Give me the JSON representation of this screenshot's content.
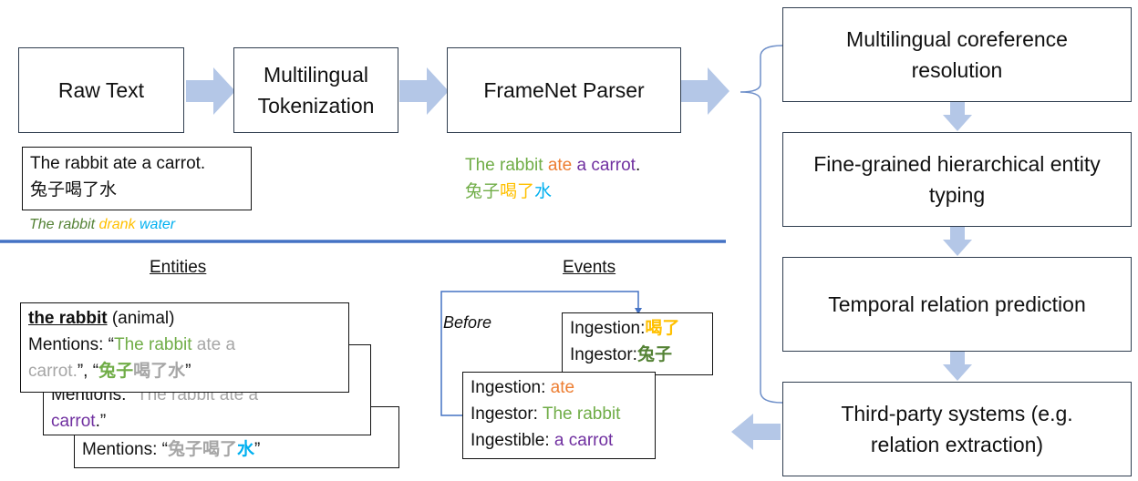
{
  "pipeline": {
    "raw_text": "Raw Text",
    "tokenization_line1": "Multilingual",
    "tokenization_line2": "Tokenization",
    "framenet_parser": "FrameNet Parser"
  },
  "modules": {
    "coref_line1": "Multilingual coreference",
    "coref_line2": "resolution",
    "typing_line1": "Fine-grained hierarchical entity",
    "typing_line2": "typing",
    "temporal": "Temporal relation prediction",
    "thirdparty_line1": "Third-party systems (e.g.",
    "thirdparty_line2": "relation extraction)"
  },
  "input_example": {
    "english": "The rabbit ate a carrot.",
    "chinese": "兔子喝了水",
    "translation_the_rabbit": "The rabbit",
    "translation_drank": "drank",
    "translation_water": "water"
  },
  "parsed_example": {
    "en_agent": "The rabbit",
    "en_verb": "ate",
    "en_object": "a carrot",
    "en_period": ".",
    "zh_agent": "兔子",
    "zh_verb": "喝了",
    "zh_object": "水"
  },
  "entities": {
    "heading": "Entities",
    "card1": {
      "name": "the rabbit",
      "type": "(animal)",
      "mentions_label": "Mentions: “",
      "m1_highlight": "The rabbit",
      "m1_rest_a": " ate a",
      "m1_rest_b": "carrot.",
      "sep": "”, “",
      "m2_highlight": "兔子",
      "m2_rest": "喝了水",
      "close": "”"
    },
    "card2": {
      "mentions_label": "Mentions: “",
      "faded_text": "The rabbit ate a",
      "obj": "a",
      "line2_obj": "carrot",
      "line2_end": ".”"
    },
    "card3": {
      "mentions_label": "Mentions: “",
      "grey_text": "兔子喝了",
      "highlight": "水",
      "close": "”"
    }
  },
  "events": {
    "heading": "Events",
    "relation_label": "Before",
    "event1": {
      "label1": "Ingestion:",
      "value1": "喝了",
      "label2": "Ingestor:",
      "value2": "兔子"
    },
    "event2": {
      "label1": "Ingestion: ",
      "value1": "ate",
      "label2": "Ingestor: ",
      "value2": "The rabbit",
      "label3": "Ingestible: ",
      "value3": "a carrot"
    }
  },
  "colors": {
    "arrow_fill": "#b4c7e7",
    "divider": "#4472c4",
    "agent_green": "#70ad47",
    "verb_orange": "#ed7d31",
    "object_purple": "#7030a0",
    "zh_verb_gold": "#ffc000",
    "zh_object_blue": "#00b0f0"
  }
}
